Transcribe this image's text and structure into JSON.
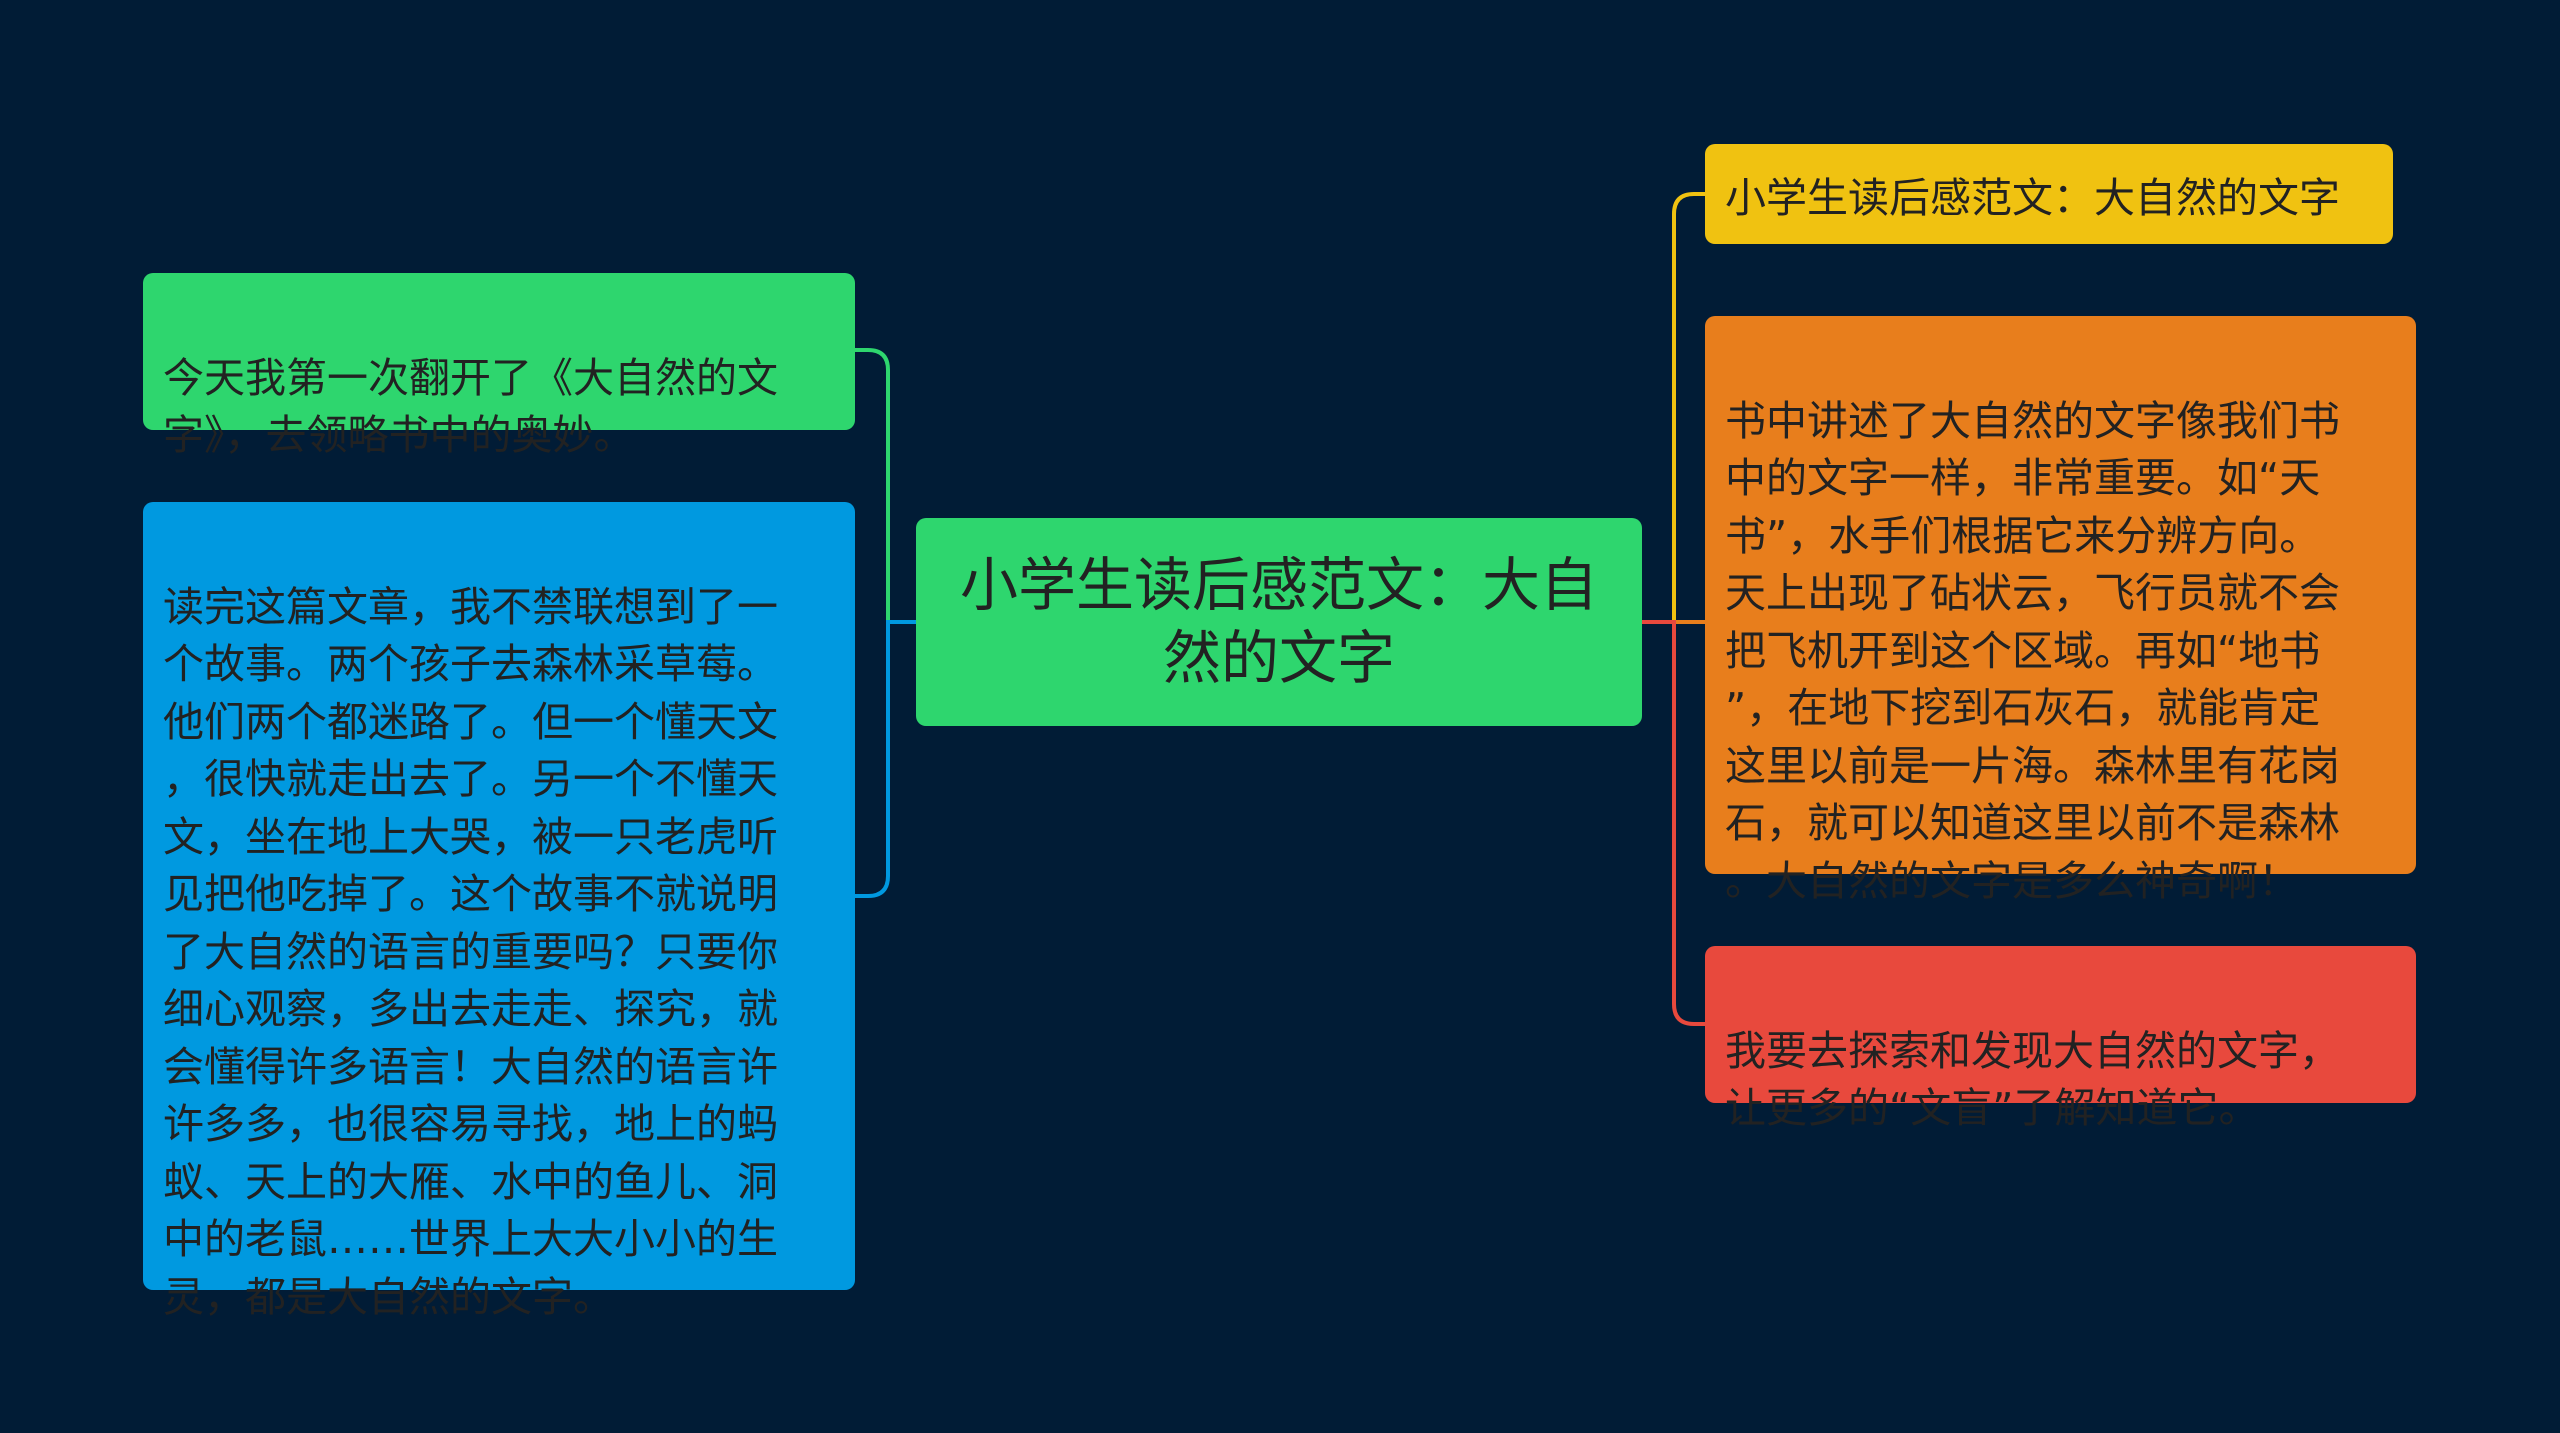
{
  "center": {
    "text": "小学生读后感范文：大自然的文字",
    "color": "#2ed66e"
  },
  "left_nodes": [
    {
      "text": "今天我第一次翻开了《大自然的文\n字》，去领略书中的奥妙。",
      "color": "#2ed66e",
      "connector_color": "#2ed66e"
    },
    {
      "text": "读完这篇文章，我不禁联想到了一\n个故事。两个孩子去森林采草莓。\n他们两个都迷路了。但一个懂天文\n，很快就走出去了。另一个不懂天\n文，坐在地上大哭，被一只老虎听\n见把他吃掉了。这个故事不就说明\n了大自然的语言的重要吗？只要你\n细心观察，多出去走走、探究，就\n会懂得许多语言！大自然的语言许\n许多多，也很容易寻找，地上的蚂\n蚁、天上的大雁、水中的鱼儿、洞\n中的老鼠……世界上大大小小的生\n灵，都是大自然的文字。",
      "color": "#0099e0",
      "connector_color": "#0099e0"
    }
  ],
  "right_nodes": [
    {
      "text": "小学生读后感范文：大自然的文字",
      "color": "#f0c211",
      "connector_color": "#f0c211"
    },
    {
      "text": "书中讲述了大自然的文字像我们书\n中的文字一样，非常重要。如“天\n书”，水手们根据它来分辨方向。\n天上出现了砧状云，飞行员就不会\n把飞机开到这个区域。再如“地书\n”，在地下挖到石灰石，就能肯定\n这里以前是一片海。森林里有花岗\n石，就可以知道这里以前不是森林\n。大自然的文字是多么神奇啊！",
      "color": "#e87e1c",
      "connector_color": "#e87e1c"
    },
    {
      "text": "我要去探索和发现大自然的文字，\n让更多的“文盲”了解知道它。",
      "color": "#e8493d",
      "connector_color": "#e8493d"
    }
  ],
  "background_color": "#011c36"
}
